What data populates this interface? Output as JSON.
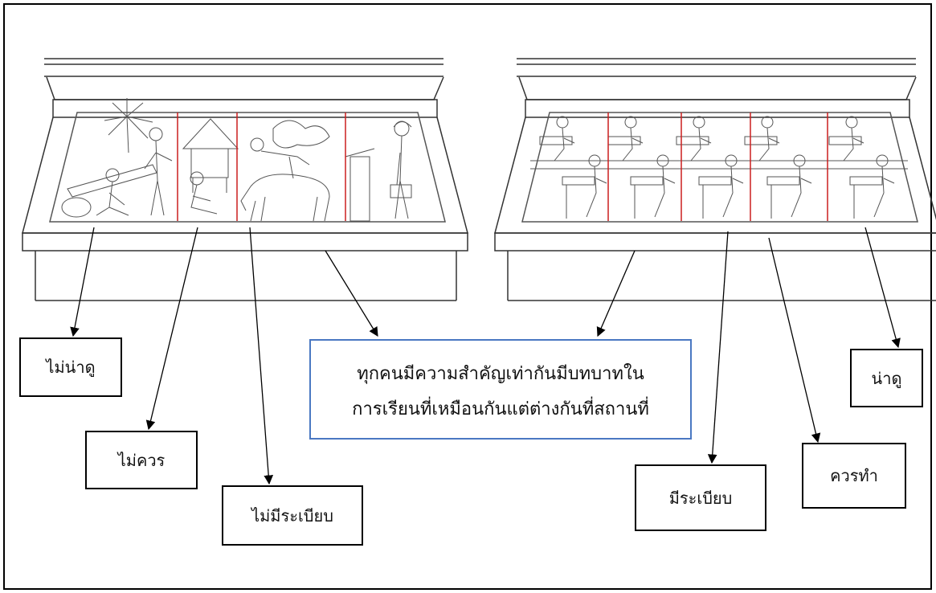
{
  "labels": {
    "left_1": "ไม่น่าดู",
    "left_2": "ไม่ควร",
    "left_3": "ไม่มีระเบียบ",
    "right_1": "มีระเบียบ",
    "right_2": "ควรทำ",
    "right_3": "น่าดู"
  },
  "caption": {
    "line1": "ทุกคนมีความสำคัญเท่ากันมีบทบาทใน",
    "line2": "การเรียนที่เหมือนกันแต่ต่างกันที่สถานที่"
  },
  "colors": {
    "frame": "#000000",
    "caption_border": "#4a78c2",
    "divider": "#cc1f1f"
  }
}
